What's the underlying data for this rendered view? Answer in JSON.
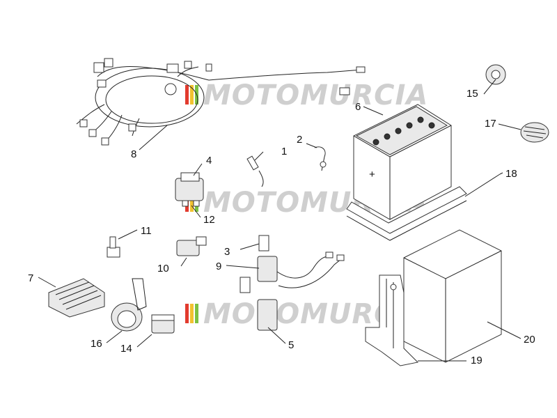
{
  "watermark": {
    "text": "MOTOMURCIA",
    "colors": {
      "red": "#e23b2e",
      "yellow": "#f2c230",
      "green": "#7cc142",
      "text": "#cfcfcf"
    }
  },
  "callouts": [
    {
      "id": "c1",
      "label": "1"
    },
    {
      "id": "c2",
      "label": "2"
    },
    {
      "id": "c3",
      "label": "3"
    },
    {
      "id": "c4",
      "label": "4"
    },
    {
      "id": "c5",
      "label": "5"
    },
    {
      "id": "c6",
      "label": "6"
    },
    {
      "id": "c7",
      "label": "7"
    },
    {
      "id": "c8",
      "label": "8"
    },
    {
      "id": "c9",
      "label": "9"
    },
    {
      "id": "c10",
      "label": "10"
    },
    {
      "id": "c11",
      "label": "11"
    },
    {
      "id": "c12",
      "label": "12"
    },
    {
      "id": "c14",
      "label": "14"
    },
    {
      "id": "c15",
      "label": "15"
    },
    {
      "id": "c16",
      "label": "16"
    },
    {
      "id": "c17",
      "label": "17"
    },
    {
      "id": "c18",
      "label": "18"
    },
    {
      "id": "c19",
      "label": "19"
    },
    {
      "id": "c20",
      "label": "20"
    }
  ]
}
